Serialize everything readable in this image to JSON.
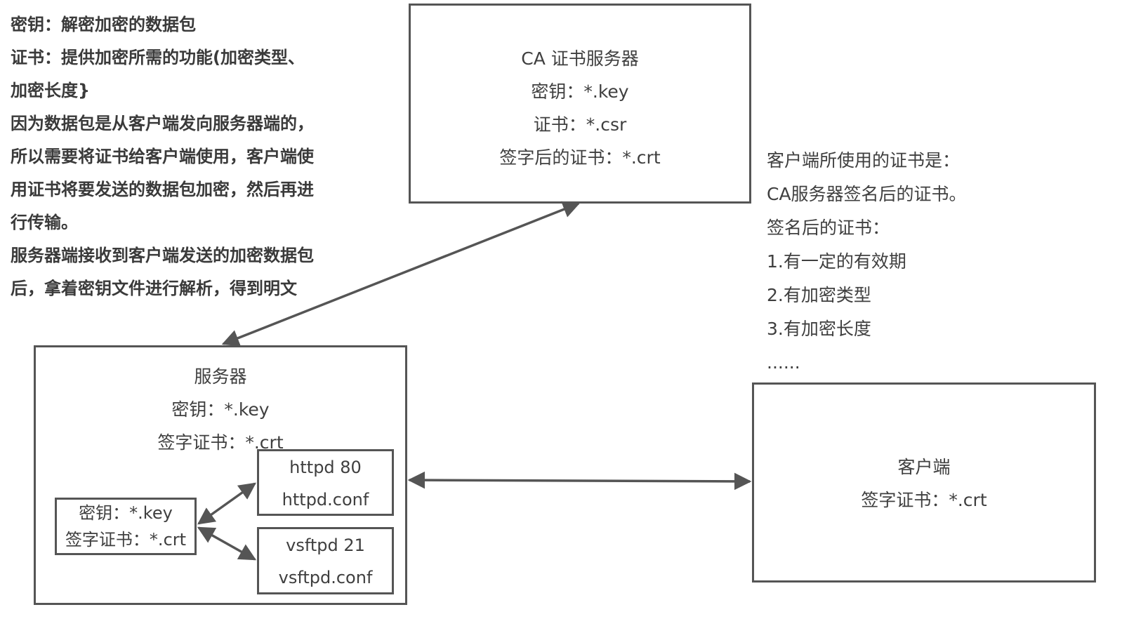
{
  "notes": [
    "密钥：解密加密的数据包",
    "证书：提供加密所需的功能(加密类型、",
    "加密长度}",
    "因为数据包是从客户端发向服务器端的，",
    "所以需要将证书给客户端使用，客户端使",
    "用证书将要发送的数据包加密，然后再进",
    "行传输。",
    "服务器端接收到客户端发送的加密数据包",
    "后，拿着密钥文件进行解析，得到明文"
  ],
  "ca_box": {
    "title": "CA 证书服务器",
    "key": "密钥：*.key",
    "csr": "证书：*.csr",
    "crt": "签字后的证书：*.crt"
  },
  "side_notes": [
    "客户端所使用的证书是：",
    "CA服务器签名后的证书。",
    "签名后的证书：",
    "1.有一定的有效期",
    "2.有加密类型",
    "3.有加密长度",
    "......"
  ],
  "server_box": {
    "title": "服务器",
    "key": "密钥：*.key",
    "crt": "签字证书：*.crt"
  },
  "key_box": {
    "key": "密钥：*.key",
    "crt": "签字证书：*.crt"
  },
  "httpd_box": {
    "line1": "httpd 80",
    "line2": "httpd.conf"
  },
  "vsftpd_box": {
    "line1": "vsftpd 21",
    "line2": "vsftpd.conf"
  },
  "client_box": {
    "title": "客户端",
    "crt": "签字证书：*.crt"
  },
  "colors": {
    "line": "#555555",
    "text": "#3f3f3f"
  }
}
